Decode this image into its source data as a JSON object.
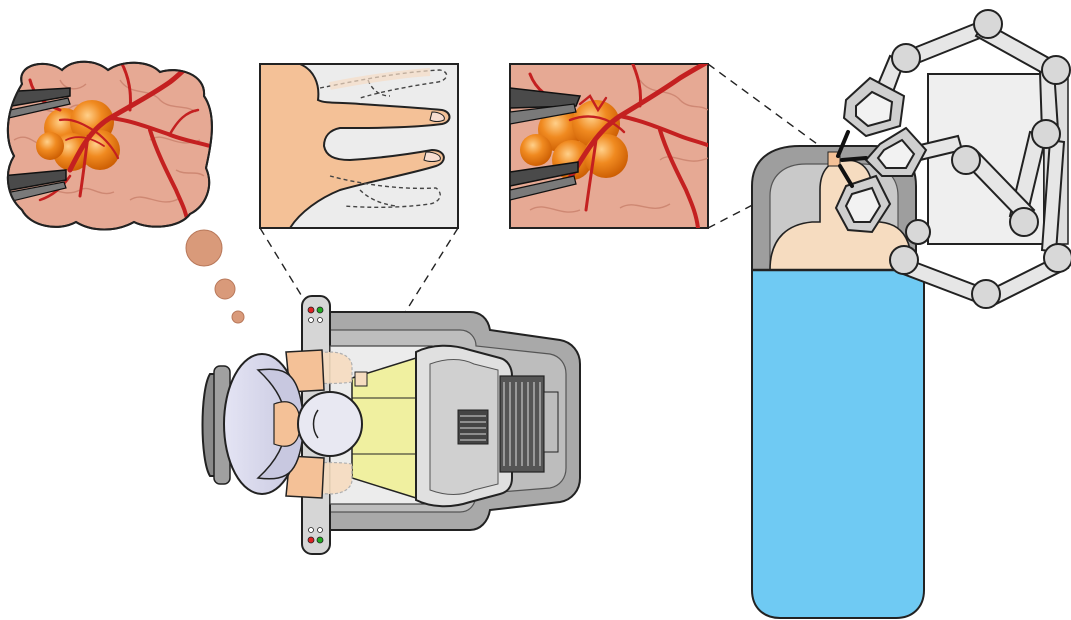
{
  "figure": {
    "panels": [
      {
        "id": "thought-view",
        "subject": "brain-surface-with-tumor-and-forceps"
      },
      {
        "id": "hand-inset",
        "subject": "surgeon-fingers-in-console"
      },
      {
        "id": "surgical-view-inset",
        "subject": "brain-surface-under-robotic-instruments"
      }
    ],
    "components": [
      "surgeon",
      "surgeon-console",
      "patient-on-bed",
      "robotic-arm",
      "instrument-heads"
    ]
  },
  "colors": {
    "brain_fill": "#e3a48f",
    "vessel": "#c42020",
    "tumor": "#e47a18",
    "tumor_dark": "#c95a00",
    "skin": "#f4c197",
    "skin_pale": "#f6dcc0",
    "console_gray": "#9e9e9e",
    "console_light": "#e8e8e8",
    "screen_yellow": "#f0f0a0",
    "surgeon_gown": "#d8d8ec",
    "bed_blue": "#6fcaf3",
    "bed_gray": "#c9c9c9",
    "robot_joint": "#d8d8d8",
    "outline": "#222222",
    "thought_bubble": "#d99a7a"
  }
}
